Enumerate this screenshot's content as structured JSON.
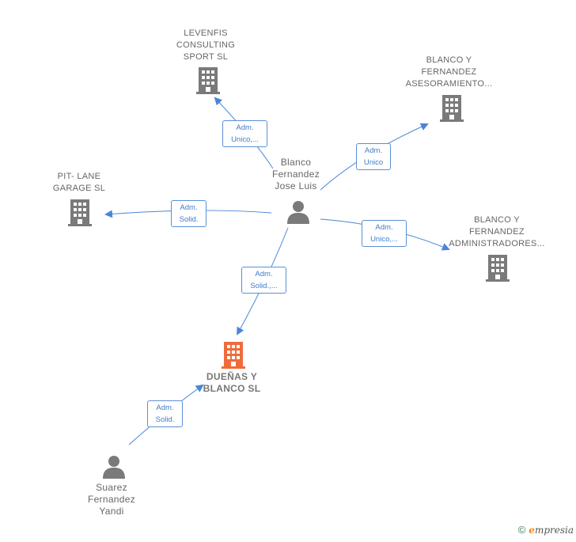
{
  "colors": {
    "edge": "#4a86d8",
    "company": "#7a7a7a",
    "company_main": "#f06b3a",
    "person": "#7a7a7a"
  },
  "nodes": {
    "levenfis": {
      "label_lines": [
        "LEVENFIS",
        "CONSULTING",
        "SPORT SL"
      ],
      "icon": "building-icon"
    },
    "asesoramiento": {
      "label_lines": [
        "BLANCO Y",
        "FERNANDEZ",
        "ASESORAMIENTO..."
      ],
      "icon": "building-icon"
    },
    "pitlane": {
      "label_lines": [
        "PIT- LANE",
        "GARAGE  SL"
      ],
      "icon": "building-icon"
    },
    "administradores": {
      "label_lines": [
        "BLANCO Y",
        "FERNANDEZ",
        "ADMINISTRADORES..."
      ],
      "icon": "building-icon"
    },
    "duenas": {
      "label_lines": [
        "DUEÑAS Y",
        "BLANCO  SL"
      ],
      "icon": "building-icon"
    },
    "blanco_person": {
      "label_lines": [
        "Blanco",
        "Fernandez",
        "Jose Luis"
      ],
      "icon": "person-icon"
    },
    "suarez_person": {
      "label_lines": [
        "Suarez",
        "Fernandez",
        "Yandi"
      ],
      "icon": "person-icon"
    }
  },
  "edges": {
    "to_levenfis": [
      "Adm.",
      "Unico,..."
    ],
    "to_asesoramiento": [
      "Adm.",
      "Unico"
    ],
    "to_pitlane": [
      "Adm.",
      "Solid."
    ],
    "to_administradores": [
      "Adm.",
      "Unico,..."
    ],
    "to_duenas_from_blanco": [
      "Adm.",
      "Solid.,..."
    ],
    "to_duenas_from_suarez": [
      "Adm.",
      "Solid."
    ]
  },
  "footer": {
    "copyright": "©",
    "brand_initial": "e",
    "brand_rest": "mpresia"
  }
}
